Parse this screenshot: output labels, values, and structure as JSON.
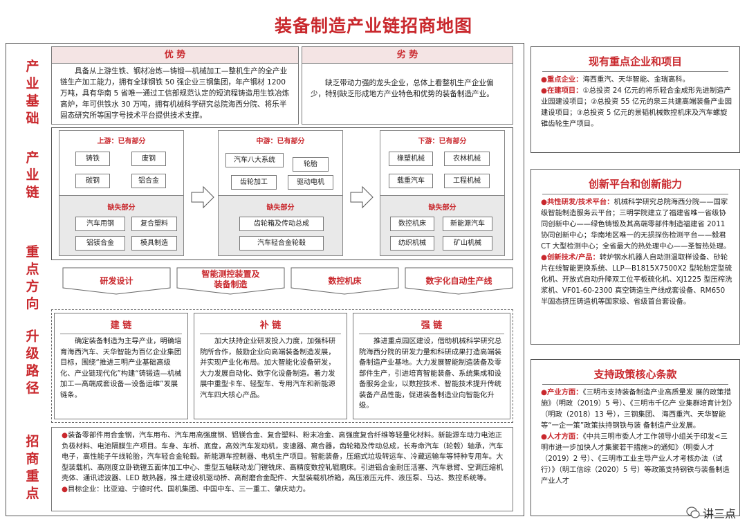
{
  "title": "装备制造产业链招商地图",
  "row_labels": {
    "basis": "产业基础",
    "chain": "产业链",
    "direction": "重点方向",
    "upgrade": "升级路径",
    "invest": "招商重点"
  },
  "basis": {
    "adv_title": "优  势",
    "adv_text": "具备从上游生铁、钢材冶炼—铸锻—机械加工—整机生产的全产业链生产加工能力，拥有全球钢铁 50 强企业三钢集团，年产钢材 1200 万吨，具有华南 5 省唯一通过工信部规范认定的短流程铸造用生铁冶炼高炉，年可供铁水 30 万吨，拥有机械科学研究总院海西分院、将乐半固态研究所等国字号技术平台提供技术支撑。",
    "dis_title": "劣  势",
    "dis_text": "缺乏带动力强的龙头企业，总体上看整机生产企业偏少，特别缺乏形成地方产业特色和优势的装备制造产业。"
  },
  "chain": {
    "up": {
      "has": "上游：已有部分",
      "has_items": [
        "铸铁",
        "废钢",
        "碳钢",
        "铝合金"
      ],
      "lack": "缺失部分",
      "lack_items": [
        "汽车用钢",
        "复合塑料",
        "铝镁合金",
        "模具制造"
      ]
    },
    "mid": {
      "has": "中游：已有部分",
      "has_items": [
        "汽车八大系统",
        "轮胎",
        "齿轮加工",
        "驱动电机"
      ],
      "lack": "缺失部分",
      "lack_items": [
        "齿轮箱及传动总成",
        "汽车轻合金轮毂"
      ]
    },
    "down": {
      "has": "下游：已有部分",
      "has_items": [
        "橡塑机械",
        "农林机械",
        "载重汽车",
        "工程机械"
      ],
      "lack": "缺失部分",
      "lack_items": [
        "数控机床",
        "新能源汽车",
        "纺织机械",
        "矿山机械"
      ]
    }
  },
  "directions": [
    "研发设计",
    "智能测控装置及\n装备制造",
    "数控机床",
    "数字化自动生产线"
  ],
  "upgrade": {
    "build_title": "建 链",
    "build_text": "确定装备制造为主导产业，明确培育海西汽车、天华智能为百亿企业集团目标，围绕“推进三明产业基础高级化、产业链现代化”构建“铸锻造—机械加工—高端成套设备—设备运维”发展链条。",
    "fill_title": "补 链",
    "fill_text": "加大扶持企业研发投入力度，加强科研院所合作，鼓励企业向高端装备制造发展，并实现产业化布局。加大智能化设备研发，大力发展自动化、数字化设备制造。着力发展中重型卡车、轻型车、专用汽车和新能源汽车四大核心产品。",
    "strong_title": "强 链",
    "strong_text": "推进重点园区建设，借助机械科学研究总院海西分院的研发力量和科研成果打造高端装备制造产业基地。大力发展智能制造装备及零部件生产，引进培育智能装备、系统集成和设备服务企业，以数控技术、智能技术提升传统装备产品性能，促进装备制造业向智能化升级。"
  },
  "invest": {
    "p1": "装备零部件用合金钢，汽车用布、汽车用高强度钢、铝镁合金、复合塑料、粉末冶金、高强度复合纤维等轻量化材料。新能源车动力电池正负极材料、电池隔膜生产项目。车身、车桥、底盘，高效汽车发动机，变速器、离合器，齿轮箱及传动总成，长寿命汽车（轮毂）轴承，汽车电子，高性能子午线轮胎，汽车轻合金轮毂。新能源车控制器、电机生产项目。智能装备，压缩式垃圾转运车、冷藏运输车等特种专用车。大型装载机、高刚度立卧铣镗五面体加工中心、重型五轴联动龙门镗铣床、高精度数控轧辊磨床。引进铝合金耐压活塞、汽车悬臂、空调压缩机壳体、通讯滤波器、LED 散热器，推土建设机驱动桥、高耐磨合金配件、大型装载机桥箱，高压液压元件、液压泵、马达、数控系统等。",
    "p2": "目标企业：比亚迪、宁德时代、国机集团、中国中车、三一重工、肇庆动力。"
  },
  "right": {
    "b1_title": "现有重点企业和项目",
    "b1_l1_label": "重点企业：",
    "b1_l1": "海西重汽、天华智能、金瑞高科。",
    "b1_l2_label": "在建项目：",
    "b1_l2": "①总投资 24 亿元的将乐轻合金成形先进制造产业园建设项目；②总投资 55 亿元的泉三共建高端装备产业园建设项目；③总投资 5 亿元的景韬机械数控机床及汽车螺旋锥齿轮生产项目。",
    "b2_title": "创新平台和创新能力",
    "b2_l1_label": "共性研发/技术平台：",
    "b2_l1": "机械科学研究总院海西分院——国家级智能制造服务云平台；三明学院建立了福建省唯一省级协同创新中心——绿色铸锻及其高端零部件制造福建省 2011 协同创新中心；华南地区唯一的无损探伤检测平台——毅君 CT 大型检测中心；全省最大的热处理中心——圣智热处理。",
    "b2_l2_label": "创新技术/产品：",
    "b2_l2": "转炉钢水机器人自动测温取样设备、砂轮片在线智能更换系统、LLP—B1815X7500X2 型轮胎定型硫化机、开放式自动升降双工位平板硫化机、XJ1225 型压榨洗浆机、VF01-60-2300 真空铸造生产线成套设备、RM650 半固态挤压铸造机等国家级、省级首台套设备。",
    "b3_title": "支持政策核心条款",
    "b3_l1_label": "产业方面：",
    "b3_l1": "《三明市支持装备制造产业高质量发 展的政策措施》（明政（2019）5 号）、《三明市千亿产 业集群培育计划》（明政（2018）13 号），三钢集团、 海西重汽、天华智能等“一企一策”政策扶持钢铁与装 备制造产业发展。",
    "b3_l2_label": "人才方面：",
    "b3_l2": "《中共三明市委人才工作领导小组关于印发<三明市进一步加快人才集聚若干措施>的通知》（明委人才（2019）2 号）、《三明市工业主导产业人才考核办法（试行）》（明工信综（2020）5 号）等政策支持钢铁与装备制造产业人才"
  },
  "watermark": "讲三点"
}
